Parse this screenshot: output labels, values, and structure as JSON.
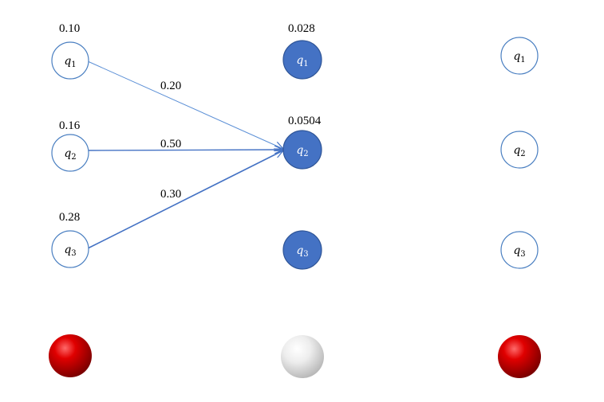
{
  "columns": [
    {
      "states": [
        {
          "label": "q",
          "sub": "1",
          "filled": false,
          "prob": "0.10"
        },
        {
          "label": "q",
          "sub": "2",
          "filled": false,
          "prob": "0.16"
        },
        {
          "label": "q",
          "sub": "3",
          "filled": false,
          "prob": "0.28"
        }
      ],
      "ball": "red"
    },
    {
      "states": [
        {
          "label": "q",
          "sub": "1",
          "filled": true,
          "prob": "0.028"
        },
        {
          "label": "q",
          "sub": "2",
          "filled": true,
          "prob": "0.0504"
        },
        {
          "label": "q",
          "sub": "3",
          "filled": true,
          "prob": ""
        }
      ],
      "ball": "white"
    },
    {
      "states": [
        {
          "label": "q",
          "sub": "1",
          "filled": false,
          "prob": ""
        },
        {
          "label": "q",
          "sub": "2",
          "filled": false,
          "prob": ""
        },
        {
          "label": "q",
          "sub": "3",
          "filled": false,
          "prob": ""
        }
      ],
      "ball": "red"
    }
  ],
  "transitions": [
    {
      "from": "q1",
      "to": "q2",
      "weight": "0.20"
    },
    {
      "from": "q2",
      "to": "q2",
      "weight": "0.50"
    },
    {
      "from": "q3",
      "to": "q2",
      "weight": "0.30"
    }
  ],
  "colors": {
    "node_outline": "#4a7fc1",
    "node_fill": "#4472c4",
    "node_fill_stroke": "#2f5597",
    "arrow": "#4472c4",
    "ball_red": "#cc0000",
    "ball_white": "#e8e8e8"
  }
}
